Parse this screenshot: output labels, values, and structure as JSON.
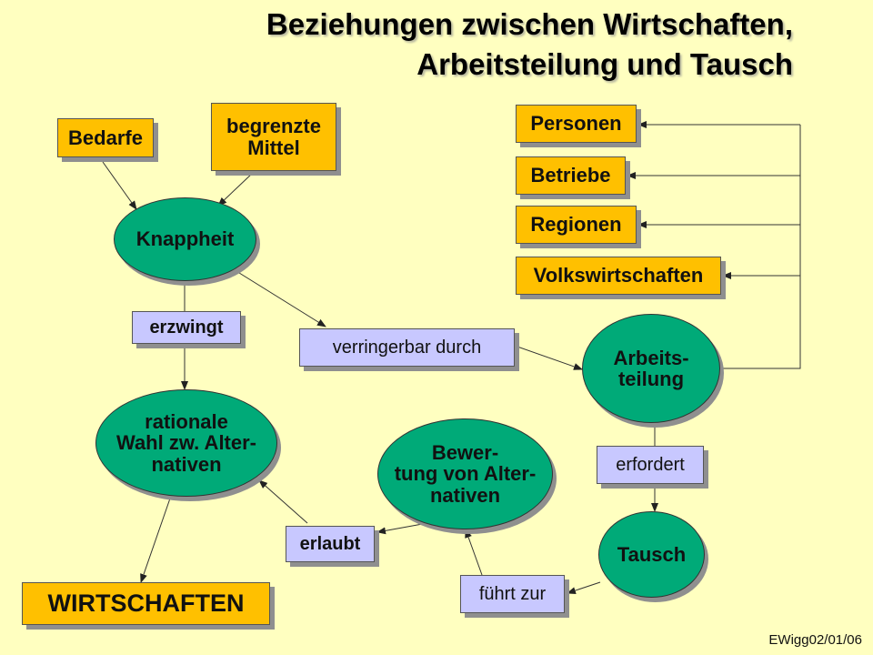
{
  "title": {
    "line1": "Beziehungen zwischen Wirtschaften,",
    "line2": "Arbeitsteilung und Tausch"
  },
  "nodes": {
    "bedarfe": "Bedarfe",
    "begrenzte_mittel": "begrenzte\nMittel",
    "knappheit": "Knappheit",
    "erzwingt": "erzwingt",
    "verringerbar": "verringerbar durch",
    "rationale_wahl": "rationale\nWahl zw. Alter-\nnativen",
    "bewertung": "Bewer-\ntung von Alter-\nnativen",
    "erlaubt": "erlaubt",
    "wirtschaften": "WIRTSCHAFTEN",
    "personen": "Personen",
    "betriebe": "Betriebe",
    "regionen": "Regionen",
    "volkswirtschaften": "Volkswirtschaften",
    "arbeitsteilung": "Arbeits-\nteilung",
    "erfordert": "erfordert",
    "tausch": "Tausch",
    "fuehrt_zur": "führt zur"
  },
  "footer": "EWigg02/01/06",
  "colors": {
    "background": "#FFFFC0",
    "orange_box": "#FFC000",
    "lavender_box": "#C8C8FF",
    "ellipse": "#00AA78"
  }
}
